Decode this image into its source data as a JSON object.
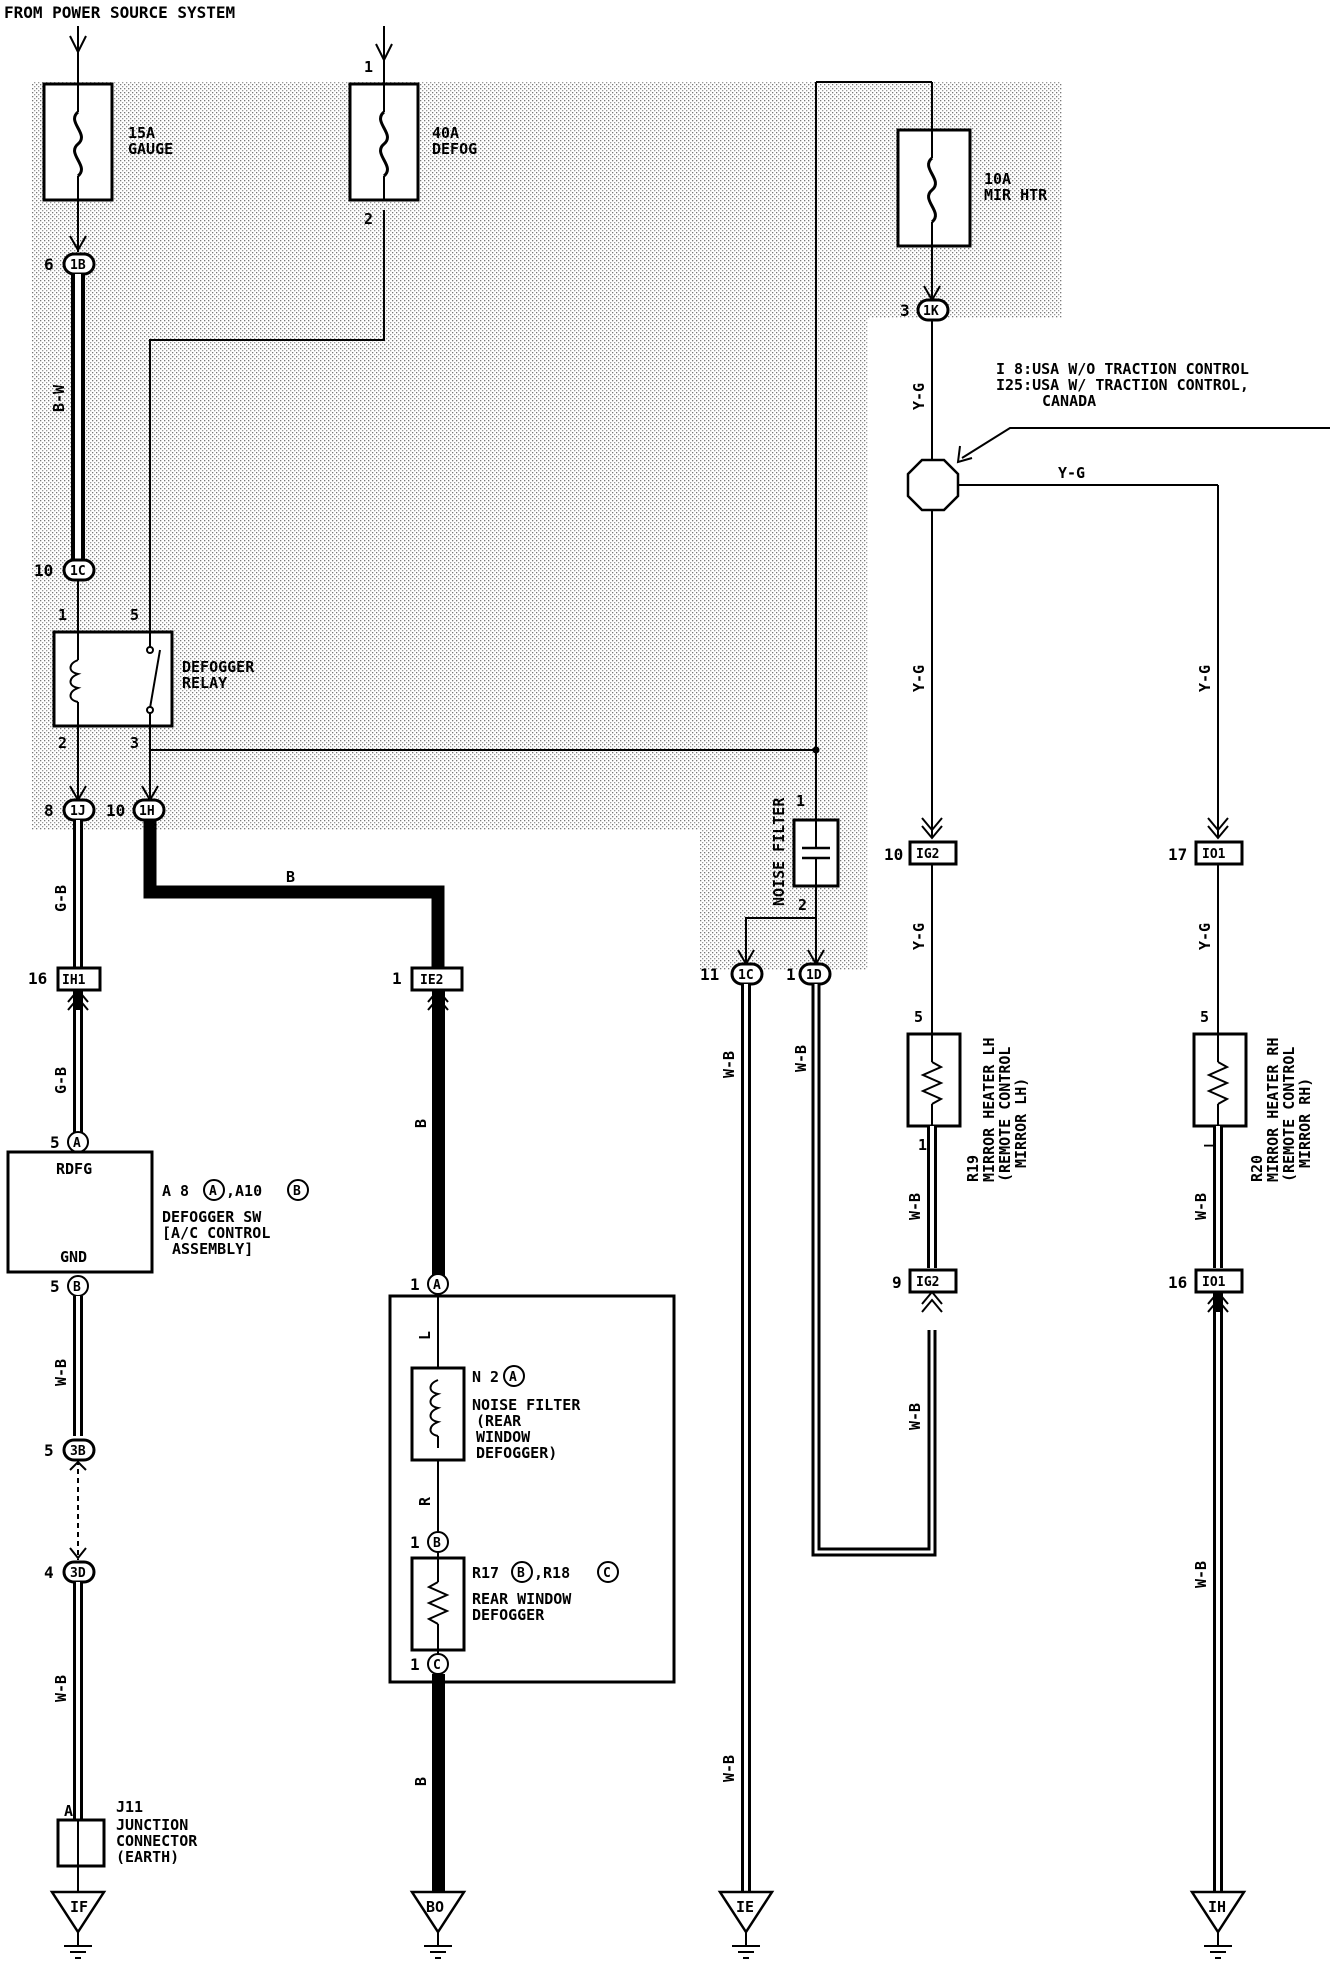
{
  "header": {
    "title": "FROM POWER SOURCE SYSTEM"
  },
  "fuses": {
    "gauge": {
      "amp": "15A",
      "name": "GAUGE"
    },
    "defog": {
      "amp": "40A",
      "name": "DEFOG",
      "pin_in": "1",
      "pin_out": "2"
    },
    "mir_htr": {
      "amp": "10A",
      "name": "MIR HTR"
    }
  },
  "relay": {
    "line1": "DEFOGGER",
    "line2": "RELAY",
    "pins": [
      "1",
      "5",
      "2",
      "3"
    ]
  },
  "connectors": {
    "c1b": {
      "pin": "6",
      "id": "1B"
    },
    "c1c": {
      "pin": "10",
      "id": "1C"
    },
    "c1j": {
      "pin": "8",
      "id": "1J"
    },
    "c1h": {
      "pin": "10",
      "id": "1H"
    },
    "c1k": {
      "pin": "3",
      "id": "1K"
    },
    "ih1": {
      "pin": "16",
      "id": "IH1"
    },
    "ie2": {
      "pin": "1",
      "id": "IE2"
    },
    "n1c": {
      "pin": "11",
      "id": "1C"
    },
    "n1d": {
      "pin": "1",
      "id": "1D"
    },
    "ig2a": {
      "pin": "10",
      "id": "IG2"
    },
    "io1a": {
      "pin": "17",
      "id": "IO1"
    },
    "ig2b": {
      "pin": "9",
      "id": "IG2"
    },
    "io1b": {
      "pin": "16",
      "id": "IO1"
    },
    "c3b": {
      "pin": "5",
      "id": "3B"
    },
    "c3d": {
      "pin": "4",
      "id": "3D"
    }
  },
  "wires": {
    "bw": "B-W",
    "gb": "G-B",
    "b": "B",
    "l": "L",
    "r": "R",
    "wb": "W-B",
    "yg": "Y-G"
  },
  "junction_note": {
    "line1": "I 8:USA W/O TRACTION CONTROL",
    "line2": "I25:USA W/ TRACTION CONTROL,",
    "line3": "CANADA"
  },
  "noise_filter_vertical": {
    "label": "NOISE FILTER",
    "pin_top": "1",
    "pin_bottom": "2"
  },
  "defogger_sw": {
    "terminal_top": "RDFG",
    "terminal_bottom": "GND",
    "pin_top": "5",
    "letter_top": "A",
    "pin_bottom": "5",
    "letter_bottom": "B",
    "code_a": "A 8",
    "code_b": ",A10",
    "line1": "DEFOGGER SW",
    "line2": "[A/C CONTROL",
    "line3": "ASSEMBLY]"
  },
  "rear_box": {
    "pin_a": "1",
    "letter_a": "A",
    "pin_b": "1",
    "letter_b": "B",
    "pin_c": "1",
    "letter_c": "C",
    "nf_code": "N 2",
    "nf_line1": "NOISE FILTER",
    "nf_line2": "(REAR",
    "nf_line3": "WINDOW",
    "nf_line4": "DEFOGGER)",
    "rd_code_a": "R17",
    "rd_code_b": ",R18",
    "rd_line1": "REAR WINDOW",
    "rd_line2": "DEFOGGER"
  },
  "mirror_lh": {
    "pin_top": "5",
    "pin_bottom": "1",
    "code": "R19",
    "line1": "MIRROR HEATER LH",
    "line2": "(REMOTE CONTROL",
    "line3": "MIRROR LH)"
  },
  "mirror_rh": {
    "pin_top": "5",
    "pin_bottom": "—",
    "code": "R20",
    "line1": "MIRROR HEATER RH",
    "line2": "(REMOTE CONTROL",
    "line3": "MIRROR RH)"
  },
  "junction_connector": {
    "code": "J11",
    "pin": "A",
    "line1": "JUNCTION",
    "line2": "CONNECTOR",
    "line3": "(EARTH)"
  },
  "grounds": {
    "g1": "IF",
    "g2": "BO",
    "g3": "IE",
    "g4": "IH"
  }
}
